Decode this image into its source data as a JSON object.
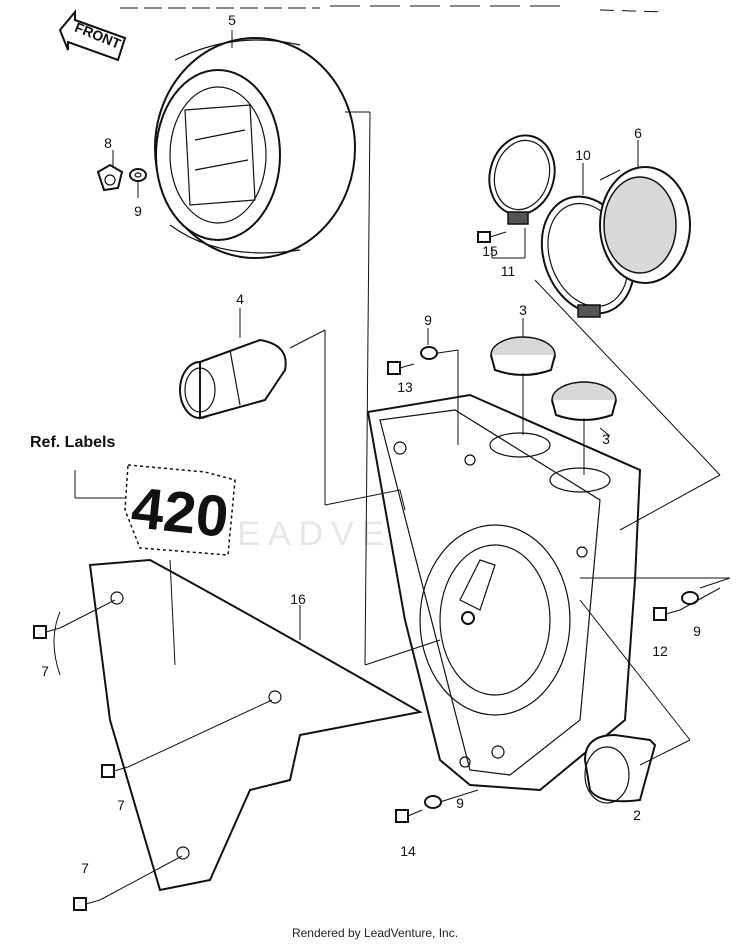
{
  "diagram": {
    "front_label": "FRONT",
    "ref_labels": "Ref. Labels",
    "label_number": "420",
    "watermark": "LEADVENTURE",
    "footer": "Rendered by LeadVenture, Inc.",
    "callouts": {
      "c5": "5",
      "c8": "8",
      "c9a": "9",
      "c10": "10",
      "c6": "6",
      "c15": "15",
      "c11": "11",
      "c4": "4",
      "c9b": "9",
      "c13": "13",
      "c3a": "3",
      "c3b": "3",
      "c16": "16",
      "c7a": "7",
      "c12": "12",
      "c9c": "9",
      "c7b": "7",
      "c9d": "9",
      "c2": "2",
      "c14": "14",
      "c7c": "7"
    }
  }
}
